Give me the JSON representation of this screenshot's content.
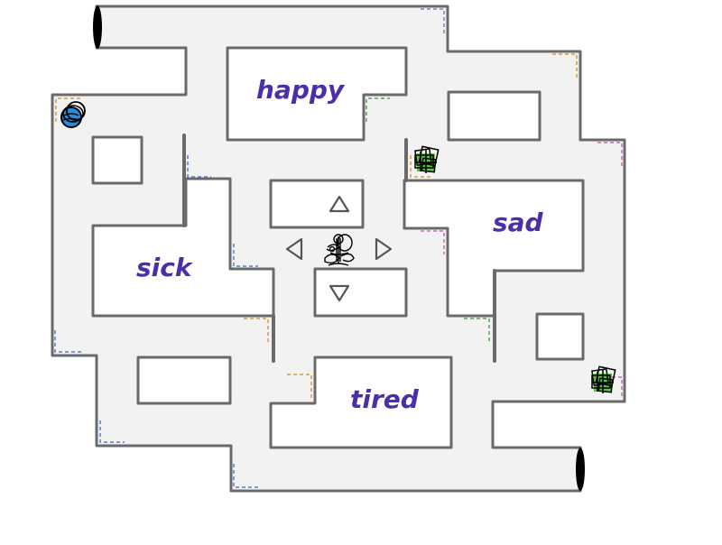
{
  "game": {
    "type": "maze",
    "colors": {
      "floor": "#f2f2f2",
      "wall": "#6a6a6a",
      "room": "#ffffff",
      "label": "#4a2fa8",
      "player": "#2a8ad8",
      "enemy": "#5cc43c"
    },
    "rooms": [
      {
        "id": "happy",
        "label": "happy"
      },
      {
        "id": "sick",
        "label": "sick"
      },
      {
        "id": "sad",
        "label": "sad"
      },
      {
        "id": "tired",
        "label": "tired"
      }
    ],
    "controls": {
      "up": "up-arrow",
      "down": "down-arrow",
      "left": "left-arrow",
      "right": "right-arrow"
    },
    "sprites": {
      "player": "blue-ball",
      "center": "scribble-character",
      "enemies": [
        "green-block-1",
        "green-block-2"
      ]
    },
    "tunnels": [
      "top-left-tunnel",
      "bottom-right-tunnel"
    ]
  }
}
